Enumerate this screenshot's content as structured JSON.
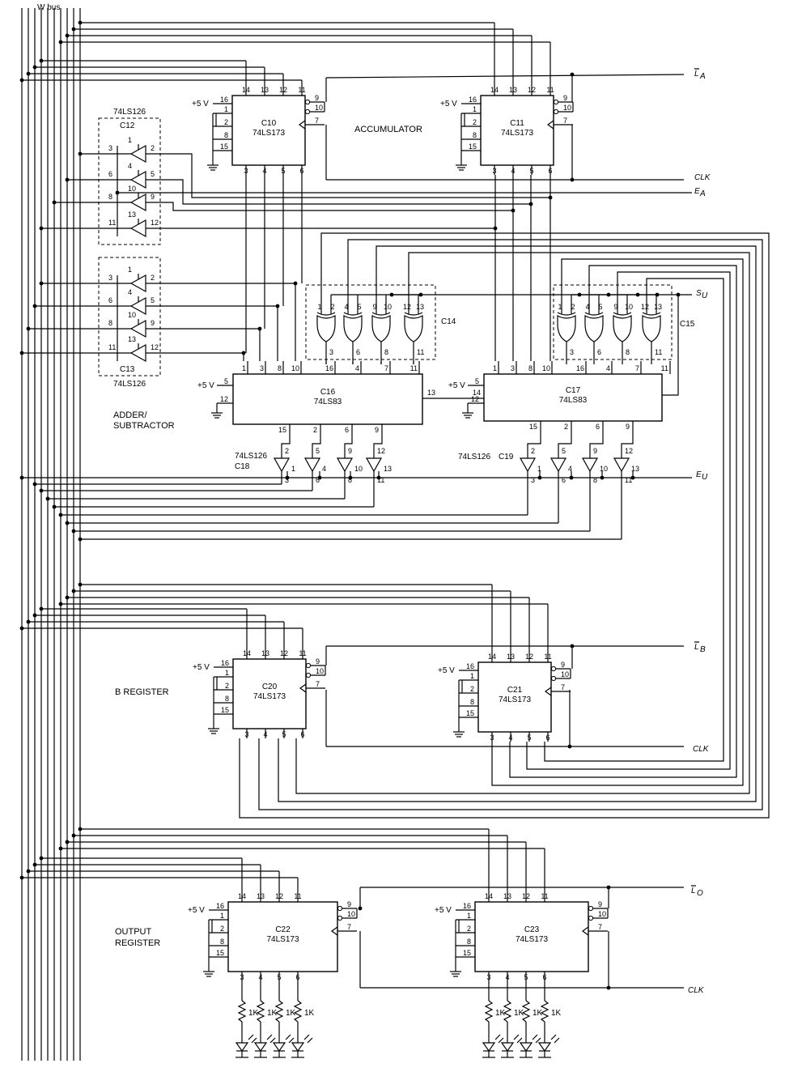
{
  "bus": {
    "label": "W bus"
  },
  "sections": {
    "accumulator": "ACCUMULATOR",
    "adder": [
      "ADDER/",
      "SUBTRACTOR"
    ],
    "bregister": "B REGISTER",
    "output": [
      "OUTPUT",
      "REGISTER"
    ]
  },
  "signals": {
    "la": "L",
    "la_sub": "A",
    "clk": "CLK",
    "ea": "E",
    "ea_sub": "A",
    "su": "S",
    "su_sub": "U",
    "eu": "E",
    "eu_sub": "U",
    "lb": "L",
    "lb_sub": "B",
    "lo": "L",
    "lo_sub": "O"
  },
  "power": {
    "vcc": "+5 V"
  },
  "resistor": "1K",
  "chips": {
    "c10": {
      "id": "C10",
      "part": "74LS173"
    },
    "c11": {
      "id": "C11",
      "part": "74LS173"
    },
    "c12": {
      "id": "C12",
      "part": "74LS126"
    },
    "c13": {
      "id": "C13",
      "part": "74LS126"
    },
    "c14": {
      "id": "C14"
    },
    "c15": {
      "id": "C15"
    },
    "c16": {
      "id": "C16",
      "part": "74LS83"
    },
    "c17": {
      "id": "C17",
      "part": "74LS83"
    },
    "c18": {
      "id": "C18",
      "part": "74LS126"
    },
    "c19": {
      "id": "C19",
      "part": "74LS126"
    },
    "c20": {
      "id": "C20",
      "part": "74LS173"
    },
    "c21": {
      "id": "C21",
      "part": "74LS173"
    },
    "c22": {
      "id": "C22",
      "part": "74LS173"
    },
    "c23": {
      "id": "C23",
      "part": "74LS173"
    }
  },
  "pins": {
    "reg_top": [
      "14",
      "13",
      "12",
      "11"
    ],
    "reg_bottom": [
      "3",
      "4",
      "5",
      "6"
    ],
    "reg_left": [
      "16",
      "1",
      "2",
      "8",
      "15"
    ],
    "reg_right": [
      "9",
      "10",
      "7"
    ],
    "adder_top": [
      "1",
      "3",
      "8",
      "10",
      "16",
      "4",
      "7",
      "11"
    ],
    "adder_bottom": [
      "15",
      "2",
      "6",
      "9"
    ],
    "adder_left": [
      "5",
      "12"
    ],
    "adder_right": [
      "13",
      "14"
    ],
    "buf_in": [
      "2",
      "5",
      "9",
      "12"
    ],
    "buf_en": [
      "1",
      "4",
      "10",
      "13"
    ],
    "buf_out": [
      "3",
      "6",
      "8",
      "11"
    ],
    "xor_in": [
      [
        "1",
        "2"
      ],
      [
        "4",
        "5"
      ],
      [
        "9",
        "10"
      ],
      [
        "12",
        "13"
      ]
    ],
    "xor_out": [
      "3",
      "6",
      "8",
      "11"
    ]
  }
}
